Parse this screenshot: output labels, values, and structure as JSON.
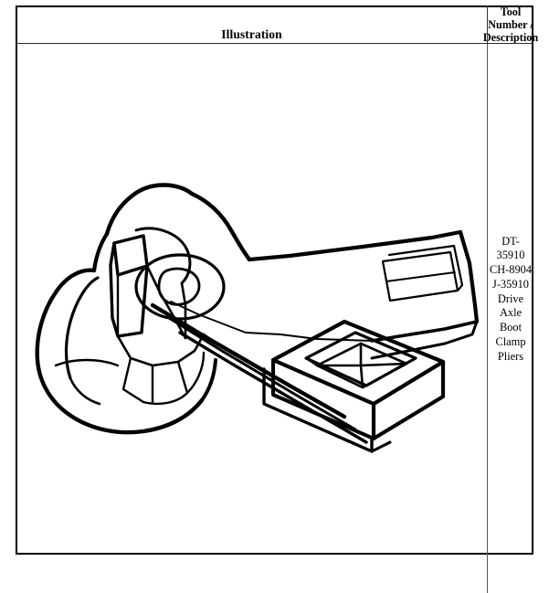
{
  "document": {
    "type": "tool-reference-table",
    "background_color": "#ffffff",
    "ink_color": "#000000"
  },
  "table": {
    "headers": {
      "illustration": "Illustration",
      "tool_number_description": "Tool\nNumber /\nDescription"
    },
    "rows": [
      {
        "illustration": {
          "name": "drive-axle-boot-clamp-pliers-line-drawing",
          "description": "Line drawing of drive axle boot clamp pliers shown in three-quarter perspective with curved gripping jaw head, pivot hole, and two offset handles ending in rectangular grip panels"
        },
        "tool_number_description": "DT-35910\nCH-8904\nJ-35910\nDrive Axle\nBoot Clamp\nPliers"
      }
    ]
  },
  "tool": {
    "numbers": [
      "DT-35910",
      "CH-8904",
      "J-35910"
    ],
    "name_lines": [
      "Drive Axle",
      "Boot Clamp",
      "Pliers"
    ]
  }
}
